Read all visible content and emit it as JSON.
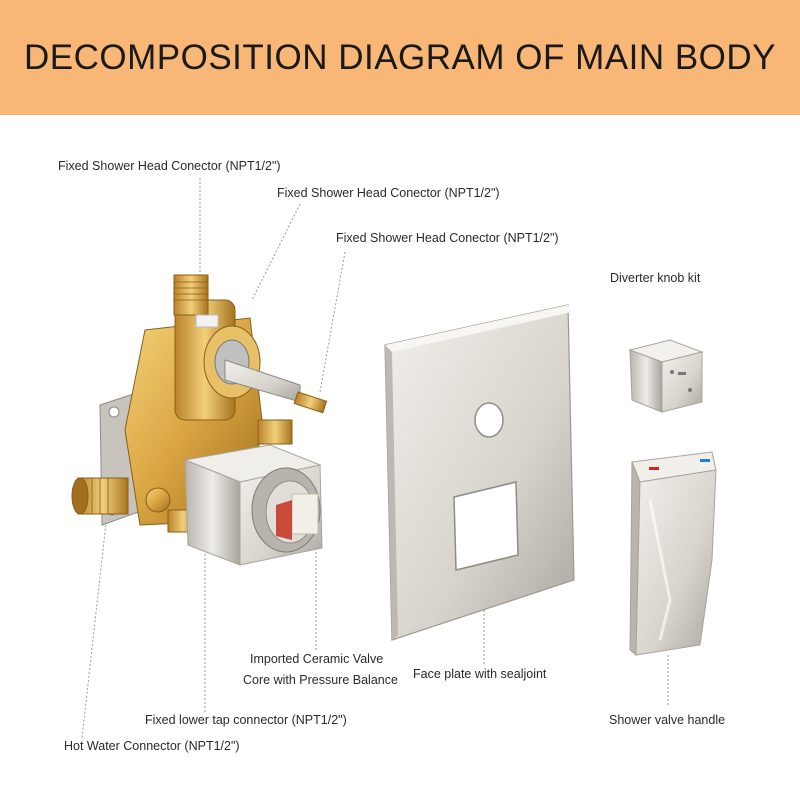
{
  "title": "DECOMPOSITION DIAGRAM OF MAIN BODY",
  "labels": {
    "top_connector_1": "Fixed Shower Head Conector (NPT1/2\")",
    "top_connector_2": "Fixed Shower Head Conector (NPT1/2\")",
    "top_connector_3": "Fixed Shower Head Conector (NPT1/2\")",
    "diverter_knob": "Diverter knob kit",
    "valve_core_line1": "Imported Ceramic Valve",
    "valve_core_line2": "Core with Pressure Balance",
    "face_plate": "Face plate with sealjoint",
    "lower_tap": "Fixed lower tap connector (NPT1/2\")",
    "hot_water": "Hot Water Connector (NPT1/2\")",
    "handle": "Shower valve handle"
  },
  "colors": {
    "banner": "#f9b777",
    "brass": "#d9a441",
    "brushed_nickel": "#d7d3cc",
    "leader_line": "#9a9a9a"
  }
}
